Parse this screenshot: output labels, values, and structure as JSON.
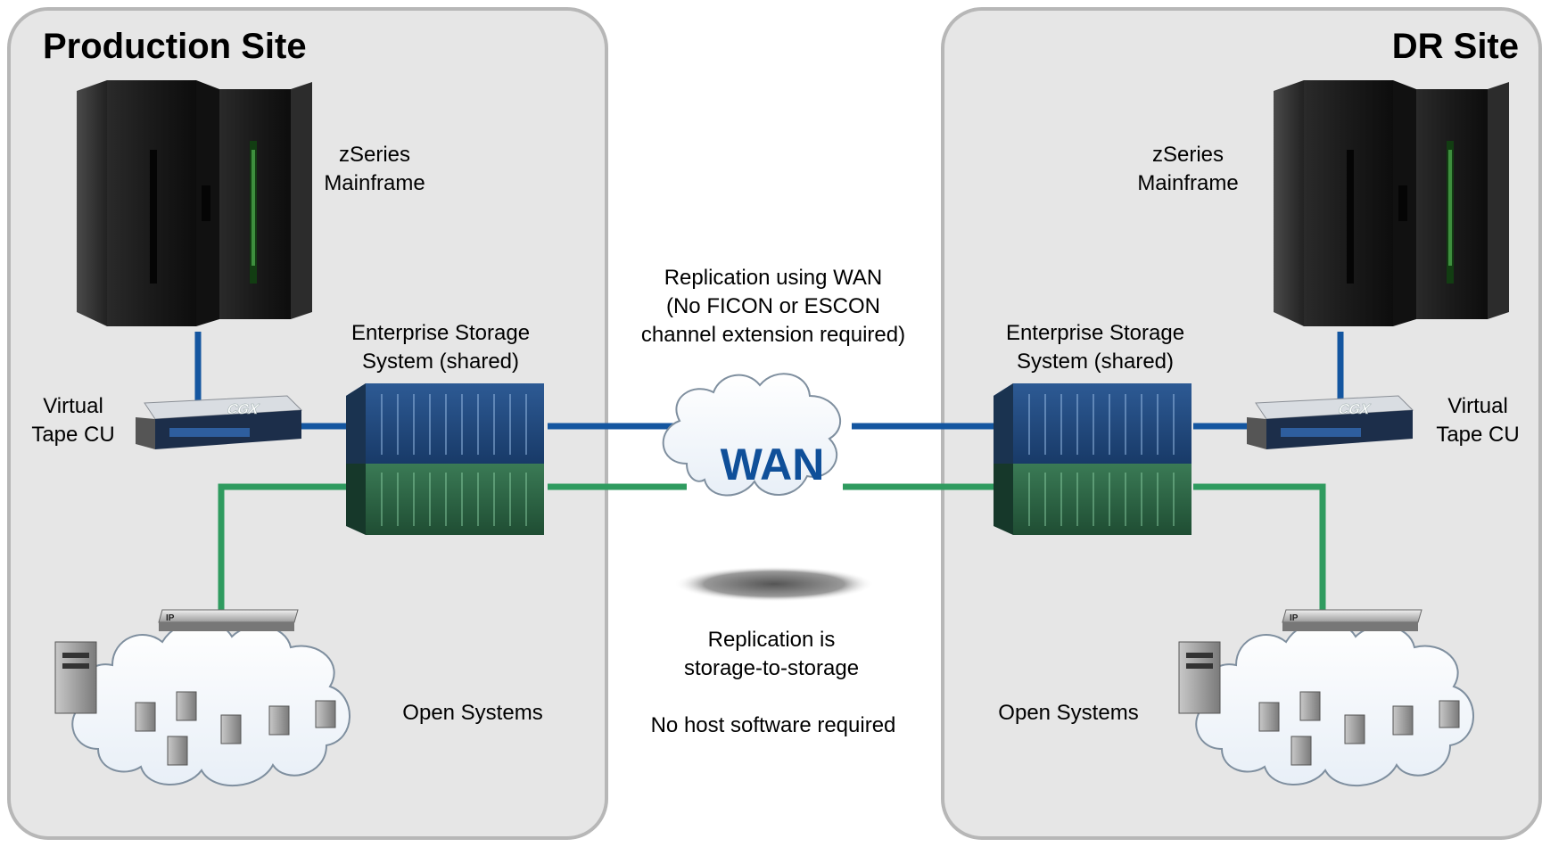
{
  "production_site": {
    "title": "Production Site",
    "mainframe_label": [
      "zSeries",
      "Mainframe"
    ],
    "storage_label": [
      "Enterprise Storage",
      "System (shared)"
    ],
    "tape_label": [
      "Virtual",
      "Tape CU"
    ],
    "open_systems_label": "Open Systems"
  },
  "dr_site": {
    "title": "DR Site",
    "mainframe_label": [
      "zSeries",
      "Mainframe"
    ],
    "storage_label": [
      "Enterprise Storage",
      "System (shared)"
    ],
    "tape_label": [
      "Virtual",
      "Tape CU"
    ],
    "open_systems_label": "Open Systems"
  },
  "wan": {
    "label": "WAN",
    "replication_note": [
      "Replication using WAN",
      "(No FICON or ESCON",
      "channel extension required)"
    ],
    "storage_note": [
      "Replication is",
      "storage-to-storage"
    ],
    "software_note": "No host software required"
  },
  "device_text": {
    "tape_brand": "CGX",
    "switch_brand": "IP"
  },
  "colors": {
    "fc_link": "#1456a0",
    "ip_link": "#2f9b5f",
    "panel_bg": "#e6e6e6",
    "panel_border": "#b7b7b7",
    "wan_text": "#0f4f99"
  },
  "icons": [
    "mainframe-icon",
    "storage-array-icon",
    "tape-unit-icon",
    "ip-switch-icon",
    "server-tower-icon",
    "open-systems-cloud-icon",
    "wan-cloud-icon"
  ]
}
